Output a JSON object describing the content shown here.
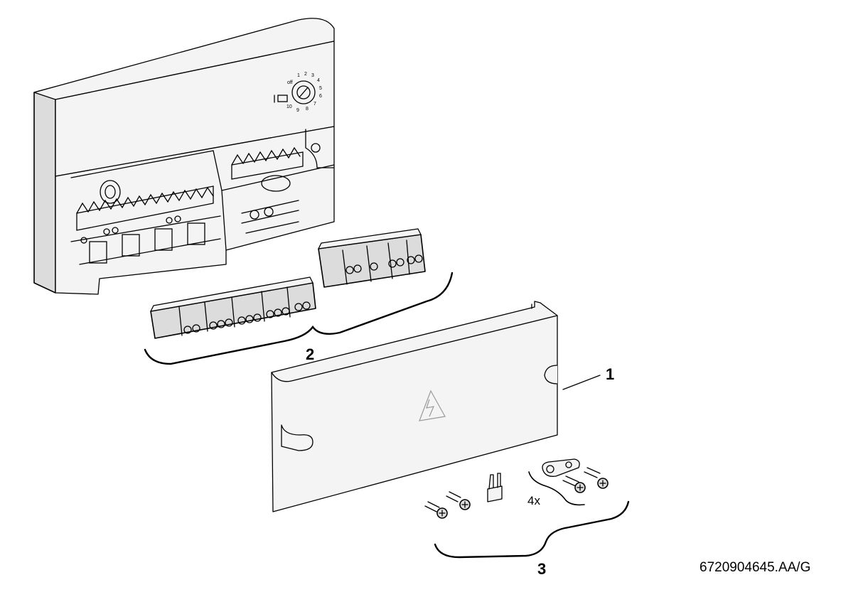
{
  "callouts": {
    "cover": "1",
    "terminal_blocks": "2",
    "accessories": "3"
  },
  "quantity_label": "4x",
  "dial": {
    "off": "off",
    "n1": "1",
    "n2": "2",
    "n3": "3",
    "n4": "4",
    "n5": "5",
    "n6": "6",
    "n7": "7",
    "n8": "8",
    "n9": "9",
    "n10": "10"
  },
  "reference_code": "6720904645.AA/G"
}
